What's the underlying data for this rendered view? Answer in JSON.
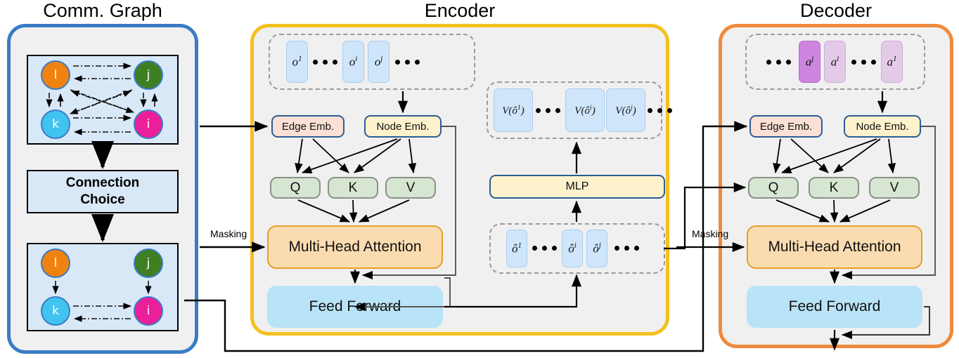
{
  "figure": {
    "type": "architecture-diagram",
    "panels": [
      "Comm. Graph",
      "Encoder",
      "Decoder"
    ]
  },
  "titles": {
    "comm": "Comm. Graph",
    "encoder": "Encoder",
    "decoder": "Decoder"
  },
  "comm_graph": {
    "top_graph": {
      "nodes": [
        {
          "id": "l",
          "label": "l",
          "color": "#f0820f",
          "pos": "top-left"
        },
        {
          "id": "j",
          "label": "j",
          "color": "#3f7f23",
          "pos": "top-right"
        },
        {
          "id": "k",
          "label": "k",
          "color": "#41c3f0",
          "pos": "bottom-left"
        },
        {
          "id": "i",
          "label": "i",
          "color": "#ec1f9a",
          "pos": "bottom-right"
        }
      ],
      "edges_note": "fully connected bidirectional dash-dot edges"
    },
    "connection_choice": {
      "line1": "Connection",
      "line2": "Choice"
    },
    "bottom_graph": {
      "nodes": [
        {
          "id": "l",
          "label": "l",
          "color": "#f0820f",
          "pos": "top-left"
        },
        {
          "id": "j",
          "label": "j",
          "color": "#3f7f23",
          "pos": "top-right"
        },
        {
          "id": "k",
          "label": "k",
          "color": "#41c3f0",
          "pos": "bottom-left"
        },
        {
          "id": "i",
          "label": "i",
          "color": "#ec1f9a",
          "pos": "bottom-right"
        }
      ],
      "edges_note": "pruned: l->k, j->i, k<->i"
    }
  },
  "encoder": {
    "input_tokens": [
      {
        "tex": "o",
        "sup": "1",
        "style": "blue"
      },
      {
        "tex": "dots",
        "sup": "",
        "style": "dots"
      },
      {
        "tex": "o",
        "sup": "i",
        "style": "blue"
      },
      {
        "tex": "o",
        "sup": "j",
        "style": "blue"
      },
      {
        "tex": "dots",
        "sup": "",
        "style": "dots"
      }
    ],
    "edge_emb": "Edge Emb.",
    "node_emb": "Node Emb.",
    "q": "Q",
    "k": "K",
    "v": "V",
    "mha": "Multi-Head Attention",
    "ff": "Feed Forward",
    "masking": "Masking"
  },
  "middle": {
    "value_tokens": [
      {
        "tex": "V(ô",
        "sup": "1",
        "style": "blue"
      },
      {
        "tex": "dots",
        "sup": "",
        "style": "dots"
      },
      {
        "tex": "V(ô",
        "sup": "i",
        "style": "blue"
      },
      {
        "tex": "V(ô",
        "sup": "j",
        "style": "blue"
      },
      {
        "tex": "dots",
        "sup": "",
        "style": "dots"
      }
    ],
    "mlp": "MLP",
    "obs_tokens": [
      {
        "tex": "ô",
        "sup": "1",
        "style": "blue"
      },
      {
        "tex": "dots",
        "sup": "",
        "style": "dots"
      },
      {
        "tex": "ô",
        "sup": "i",
        "style": "blue"
      },
      {
        "tex": "ô",
        "sup": "j",
        "style": "blue"
      },
      {
        "tex": "dots",
        "sup": "",
        "style": "dots"
      }
    ]
  },
  "decoder": {
    "input_tokens": [
      {
        "tex": "dots",
        "sup": "",
        "style": "dots"
      },
      {
        "tex": "a",
        "sup": "j",
        "style": "pur-d"
      },
      {
        "tex": "a",
        "sup": "i",
        "style": "pur-l"
      },
      {
        "tex": "dots",
        "sup": "",
        "style": "dots"
      },
      {
        "tex": "a",
        "sup": "1",
        "style": "pur-l"
      }
    ],
    "edge_emb": "Edge Emb.",
    "node_emb": "Node Emb.",
    "q": "Q",
    "k": "K",
    "v": "V",
    "mha": "Multi-Head Attention",
    "ff": "Feed Forward",
    "masking": "Masking"
  },
  "colors": {
    "comm_border": "#3a7cc4",
    "encoder_border": "#f5c01f",
    "decoder_border": "#ef8a3c",
    "panel_bg": "#f0f0f0",
    "graph_bg": "#d9e8f7",
    "edge_emb_bg": "#fbe0d5",
    "node_emb_bg": "#fdf2cc",
    "qkv_bg": "#d6e6d2",
    "mha_bg": "#fbdcb0",
    "ff_bg": "#b9e3f7",
    "token_blue": "#cfe5fa",
    "token_purple_dark": "#cd85e0",
    "token_purple_light": "#e3cbe8"
  }
}
